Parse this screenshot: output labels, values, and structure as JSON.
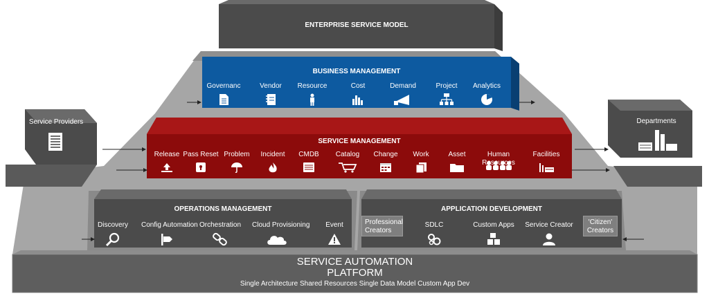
{
  "enterprise": {
    "title": "ENTERPRISE SERVICE MODEL"
  },
  "business": {
    "title": "BUSINESS MANAGEMENT",
    "items": [
      {
        "label": "Governanc",
        "icon": "document-icon"
      },
      {
        "label": "Vendor",
        "icon": "notebook-icon"
      },
      {
        "label": "Resource",
        "icon": "person-icon"
      },
      {
        "label": "Cost",
        "icon": "bar-chart-icon"
      },
      {
        "label": "Demand",
        "icon": "megaphone-icon"
      },
      {
        "label": "Project",
        "icon": "org-chart-icon"
      },
      {
        "label": "Analytics",
        "icon": "pie-chart-icon"
      }
    ]
  },
  "service": {
    "title": "SERVICE MANAGEMENT",
    "items": [
      {
        "label": "Release",
        "icon": "upload-icon"
      },
      {
        "label": "Pass Reset",
        "icon": "lock-icon"
      },
      {
        "label": "Problem",
        "icon": "umbrella-icon"
      },
      {
        "label": "Incident",
        "icon": "fire-icon"
      },
      {
        "label": "CMDB",
        "icon": "database-icon"
      },
      {
        "label": "Catalog",
        "icon": "cart-icon"
      },
      {
        "label": "Change",
        "icon": "calendar-icon"
      },
      {
        "label": "Work",
        "icon": "stack-icon"
      },
      {
        "label": "Asset",
        "icon": "folder-icon"
      },
      {
        "label": "Human Resources",
        "icon": "people-icon"
      },
      {
        "label": "Facilities",
        "icon": "factory-icon"
      }
    ]
  },
  "providers": {
    "label": "Service Providers"
  },
  "departments": {
    "label": "Departments"
  },
  "operations": {
    "title": "OPERATIONS MANAGEMENT",
    "items": [
      {
        "label": "Discovery",
        "icon": "magnifier-icon"
      },
      {
        "label": "Config Automation",
        "icon": "signpost-icon"
      },
      {
        "label": "Orchestration",
        "icon": "link-icon"
      },
      {
        "label": "Cloud Provisioning",
        "icon": "cloud-icon"
      },
      {
        "label": "Event",
        "icon": "warning-icon"
      }
    ]
  },
  "appdev": {
    "title": "APPLICATION DEVELOPMENT",
    "professional": "Professional Creators",
    "citizen": "'Citizen' Creators",
    "items": [
      {
        "label": "SDLC",
        "icon": "gears-icon"
      },
      {
        "label": "Custom Apps",
        "icon": "blocks-icon"
      },
      {
        "label": "Service Creator",
        "icon": "user-icon"
      }
    ]
  },
  "platform": {
    "title_line1": "SERVICE AUTOMATION",
    "title_line2": "PLATFORM",
    "features": [
      "Single Architecture",
      "Shared Resources",
      "Single Data Model",
      "Custom App Dev"
    ]
  },
  "colors": {
    "blue": "#0d5aa0",
    "red": "#8c0b0b",
    "dark": "#4b4b4b",
    "mid": "#5e5e5e",
    "light": "#a7a7a7"
  }
}
